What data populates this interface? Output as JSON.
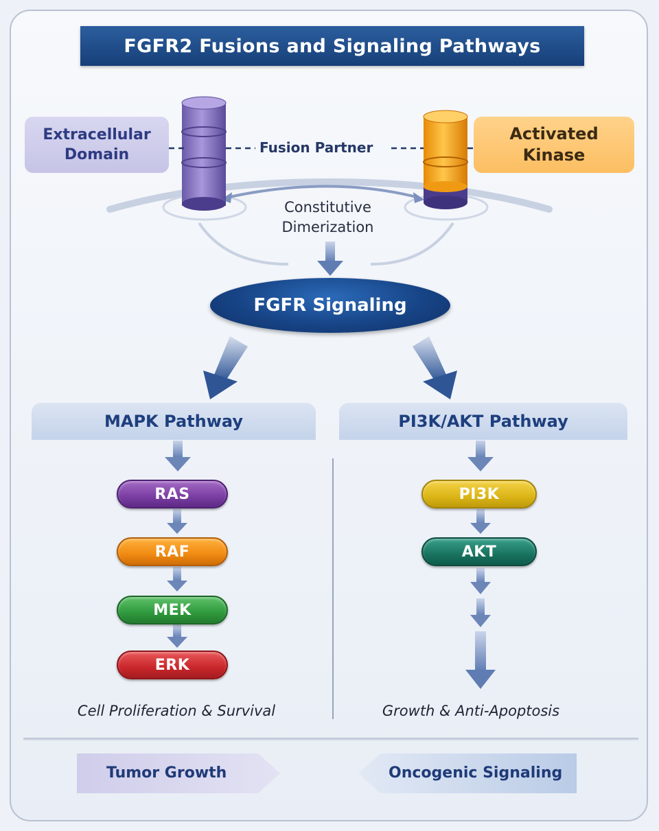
{
  "title": "FGFR2 Fusions and Signaling Pathways",
  "top": {
    "extracellular": [
      "Extracellular",
      "Domain"
    ],
    "activated_kinase": [
      "Activated",
      "Kinase"
    ],
    "fusion_partner": "Fusion Partner",
    "constitutive": [
      "Constitutive",
      "Dimerization"
    ]
  },
  "fgfr_signaling": "FGFR Signaling",
  "mapk": {
    "header": "MAPK Pathway",
    "steps": [
      "RAS",
      "RAF",
      "MEK",
      "ERK"
    ],
    "outcome": "Cell Proliferation & Survival"
  },
  "pi3k": {
    "header": "PI3K/AKT Pathway",
    "steps": [
      "PI3K",
      "AKT"
    ],
    "outcome": "Growth & Anti-Apoptosis"
  },
  "bottom": {
    "left": "Tumor Growth",
    "right": "Oncogenic Signaling"
  },
  "colors": {
    "title_bg": "#1c4a86",
    "ras": "#7a3ea3",
    "raf": "#f08a12",
    "mek": "#2f9a3d",
    "erk": "#c9272b",
    "pi3k": "#dbb516",
    "akt": "#18735f",
    "arrow": "#6d86b8"
  }
}
